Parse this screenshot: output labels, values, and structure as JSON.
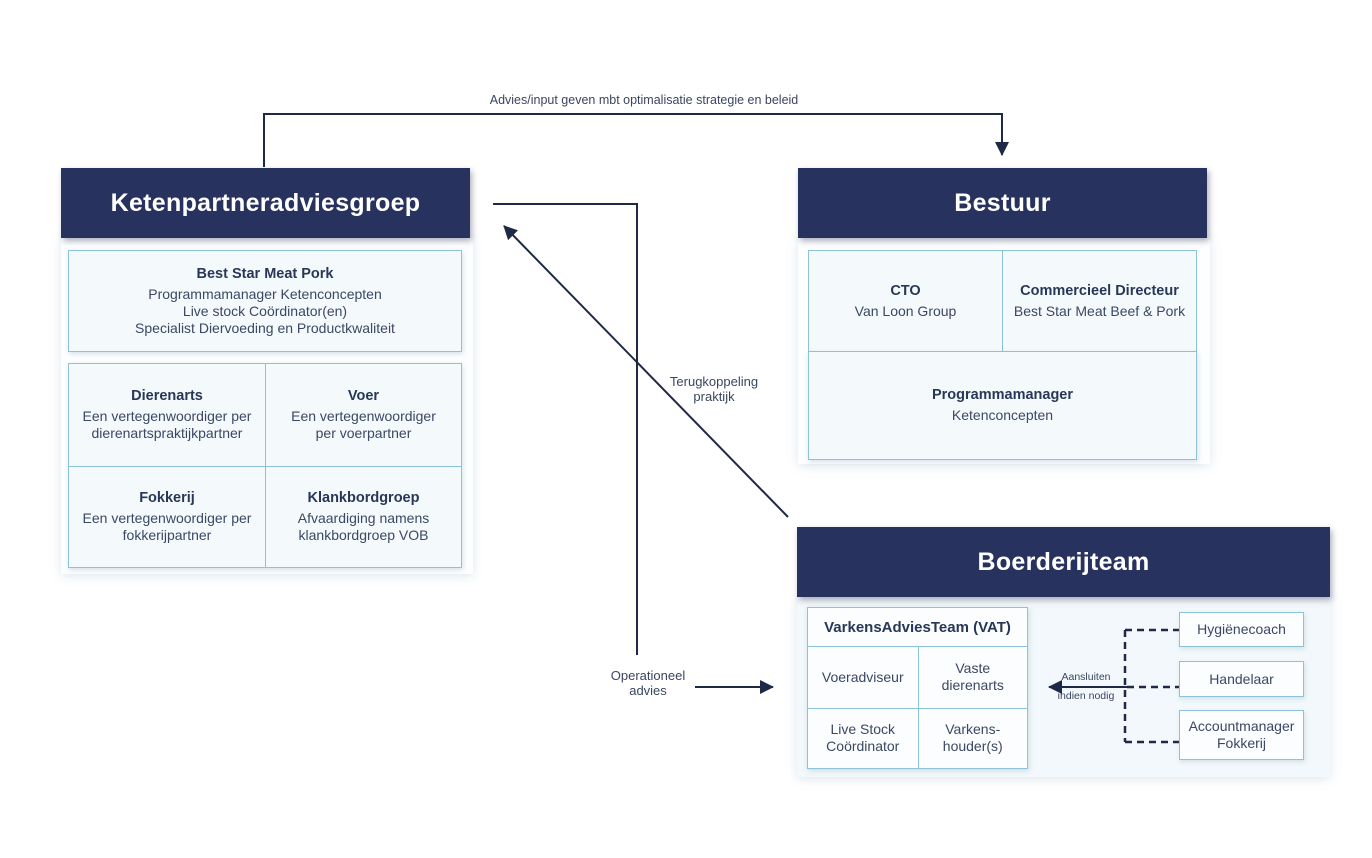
{
  "connectors": {
    "advies_input": "Advies/input geven mbt optimalisatie strategie en beleid",
    "terugkoppeling": [
      "Terugkoppeling",
      "praktijk"
    ],
    "operationeel": [
      "Operationeel",
      "advies"
    ],
    "aansluiten": [
      "Aansluiten",
      "indien nodig"
    ]
  },
  "ketenpartneradviesgroep": {
    "title": "Ketenpartneradviesgroep",
    "best_star": {
      "title": "Best Star Meat Pork",
      "lines": [
        "Programmamanager Ketenconcepten",
        "Live stock Coördinator(en)",
        "Specialist Diervoeding en Productkwaliteit"
      ]
    },
    "grid": [
      {
        "title": "Dierenarts",
        "lines": [
          "Een vertegenwoordiger per",
          "dierenartspraktijkpartner"
        ]
      },
      {
        "title": "Voer",
        "lines": [
          "Een vertegenwoordiger",
          "per voerpartner"
        ]
      },
      {
        "title": "Fokkerij",
        "lines": [
          "Een vertegenwoordiger per",
          "fokkerijpartner"
        ]
      },
      {
        "title": "Klankbordgroep",
        "lines": [
          "Afvaardiging namens",
          "klankbordgroep VOB"
        ]
      }
    ]
  },
  "bestuur": {
    "title": "Bestuur",
    "cto": {
      "title": "CTO",
      "sub": "Van Loon Group"
    },
    "commercieel": {
      "title": "Commercieel Directeur",
      "sub": "Best Star Meat Beef & Pork"
    },
    "programmamanager": {
      "title": "Programmamanager",
      "sub": "Ketenconcepten"
    }
  },
  "boerderijteam": {
    "title": "Boerderijteam",
    "vat": {
      "title": "VarkensAdviesTeam (VAT)",
      "cells": [
        [
          "Voeradviseur"
        ],
        [
          "Vaste",
          "dierenarts"
        ],
        [
          "Live Stock",
          "Coördinator"
        ],
        [
          "Varkens-",
          "houder(s)"
        ]
      ]
    },
    "partners": [
      [
        "Hygiënecoach"
      ],
      [
        "Handelaar"
      ],
      [
        "Accountmanager",
        "Fokkerij"
      ]
    ]
  },
  "colors": {
    "navy_header": "#28325e",
    "line": "#1e2947",
    "cell_border": "#8cc3d6",
    "cell_bg": "#f4fafc",
    "boerderij_bg": "#f2f8fb"
  }
}
